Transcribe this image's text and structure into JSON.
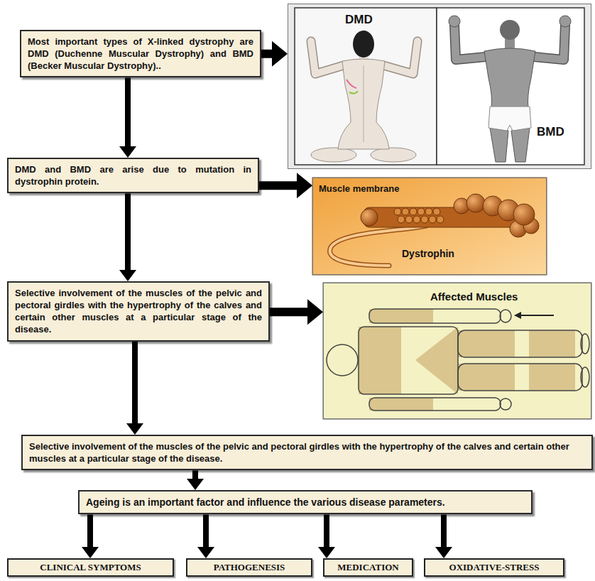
{
  "diagram": {
    "nodes": [
      {
        "text": [
          "Most important types of X-linked dystrophy are DMD (Duchenne Muscular Dystrophy) and BMD (Becker Muscular Dystrophy).."
        ]
      },
      {
        "text": [
          "DMD",
          "BMD"
        ]
      },
      {
        "text": [
          "DMD and BMD are arise due to mutation in dystrophin protein."
        ]
      },
      {
        "text": [
          "Muscle membrane",
          "Dystrophin"
        ]
      },
      {
        "text": [
          "Selective involvement of the muscles of the pelvic and pectoral girdles with the hypertrophy of the calves and certain other muscles at a particular stage of the disease."
        ]
      },
      {
        "text": [
          "Affected Muscles"
        ]
      },
      {
        "text": [
          "Selective involvement of the muscles of the pelvic and pectoral girdles with the hypertrophy of the calves and certain other muscles at a particular stage of the disease."
        ]
      },
      {
        "text": [
          "Ageing is an important factor and influence the various disease parameters."
        ]
      },
      {
        "text": [
          "CLINICAL SYMPTOMS"
        ]
      },
      {
        "text": [
          "PATHOGENESIS"
        ]
      },
      {
        "text": [
          "MEDICATION"
        ]
      },
      {
        "text": [
          "OXIDATIVE-STRESS"
        ]
      }
    ],
    "edges": [
      {
        "from": 0,
        "to": 1,
        "arrow": "to"
      },
      {
        "from": 0,
        "to": 2,
        "arrow": "to"
      },
      {
        "from": 2,
        "to": 3,
        "arrow": "to"
      },
      {
        "from": 2,
        "to": 4,
        "arrow": "to"
      },
      {
        "from": 4,
        "to": 5,
        "arrow": "to"
      },
      {
        "from": 4,
        "to": 6,
        "arrow": "to"
      },
      {
        "from": 6,
        "to": 7,
        "arrow": "to"
      },
      {
        "from": 7,
        "to": 8,
        "arrow": "to"
      },
      {
        "from": 7,
        "to": 9,
        "arrow": "to"
      },
      {
        "from": 7,
        "to": 10,
        "arrow": "to"
      },
      {
        "from": 7,
        "to": 11,
        "arrow": "to"
      }
    ]
  }
}
